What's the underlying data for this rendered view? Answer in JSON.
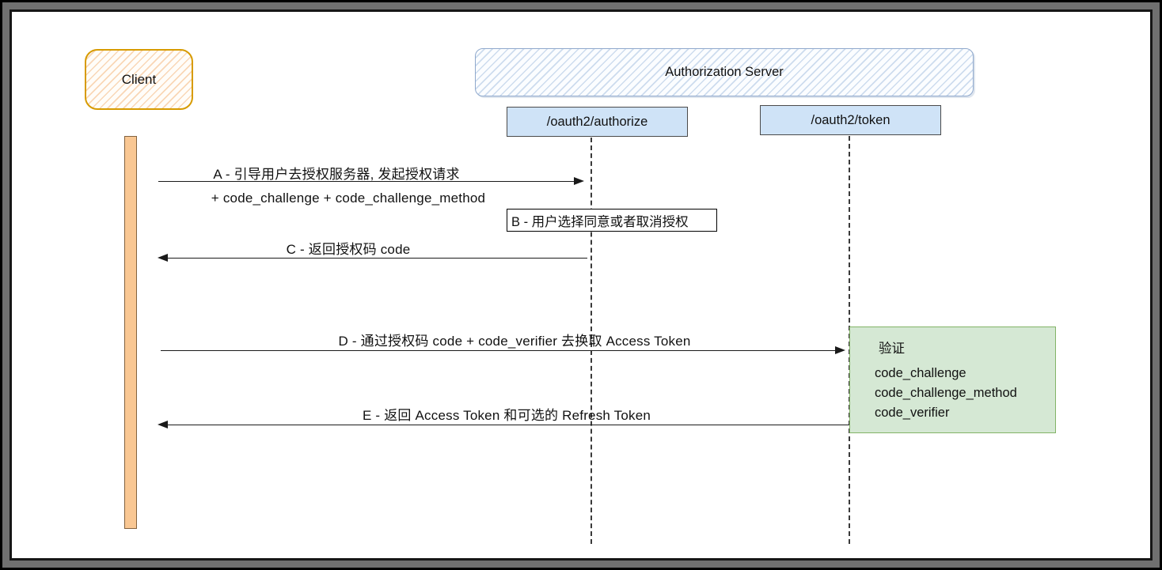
{
  "diagram": {
    "client": {
      "label": "Client"
    },
    "auth_server": {
      "label": "Authorization Server"
    },
    "endpoints": {
      "authorize": {
        "label": "/oauth2/authorize"
      },
      "token": {
        "label": "/oauth2/token"
      }
    },
    "messages": {
      "a": {
        "label": "A - 引导用户去授权服务器, 发起授权请求",
        "sublabel": "+ code_challenge + code_challenge_method",
        "direction": "right"
      },
      "b": {
        "label": "B - 用户选择同意或者取消授权"
      },
      "c": {
        "label": "C - 返回授权码 code",
        "direction": "left"
      },
      "d": {
        "label": "D - 通过授权码 code + code_verifier 去换取 Access Token",
        "direction": "right"
      },
      "e": {
        "label": "E - 返回 Access Token 和可选的 Refresh Token",
        "direction": "left"
      }
    },
    "verification": {
      "title": "验证",
      "items": [
        "code_challenge",
        "code_challenge_method",
        "code_verifier"
      ]
    },
    "colors": {
      "client_border": "#d79b00",
      "client_hatch": "rgba(243,177,116,0.50)",
      "server_border": "#8fa8cc",
      "server_hatch": "rgba(167,192,224,0.55)",
      "endpoint_fill": "#cfe3f7",
      "endpoint_border": "#4a4a4a",
      "activation_fill": "#f9c793",
      "activation_border": "#82623f",
      "note_border": "#000000",
      "green_fill": "#d5e8d4",
      "green_border": "#82b366",
      "line": "#1a1a1a"
    }
  }
}
